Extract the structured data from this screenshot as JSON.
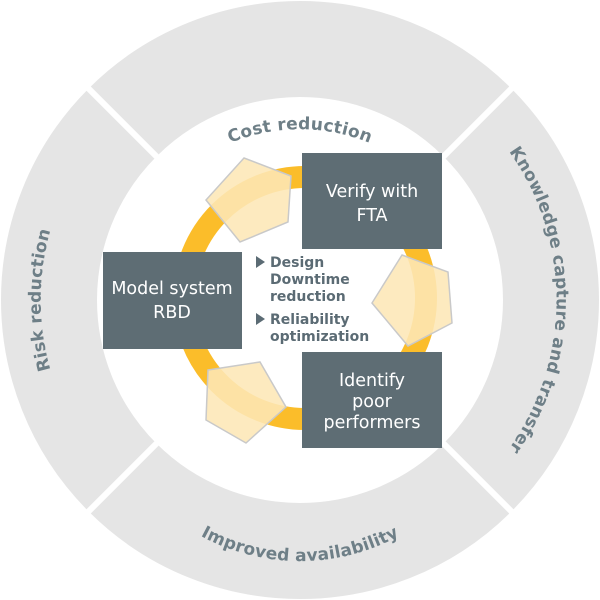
{
  "colors": {
    "outer_ring": "#e5e5e5",
    "ring_text": "#6e7f87",
    "box": "#5e6d74",
    "box_text": "#ffffff",
    "cycle": "#fbbd2a",
    "pentagon_fill": "#fde7b6",
    "pentagon_stroke": "#c9c9c9",
    "bullet": "#5b6b74"
  },
  "ring": {
    "top": "Cost reduction",
    "right": "Knowledge capture and transfer",
    "bottom": "Improved availability",
    "left": "Risk reduction"
  },
  "boxes": {
    "model": {
      "line1": "Model system",
      "line2": "RBD"
    },
    "verify": {
      "line1": "Verify with",
      "line2": "FTA"
    },
    "identify": {
      "line1": "Identify",
      "line2": "poor",
      "line3": "performers"
    }
  },
  "center_list": {
    "item1": {
      "line1": "Design",
      "line2": "Downtime",
      "line3": "reduction"
    },
    "item2": {
      "line1": "Reliability",
      "line2": "optimization"
    }
  }
}
